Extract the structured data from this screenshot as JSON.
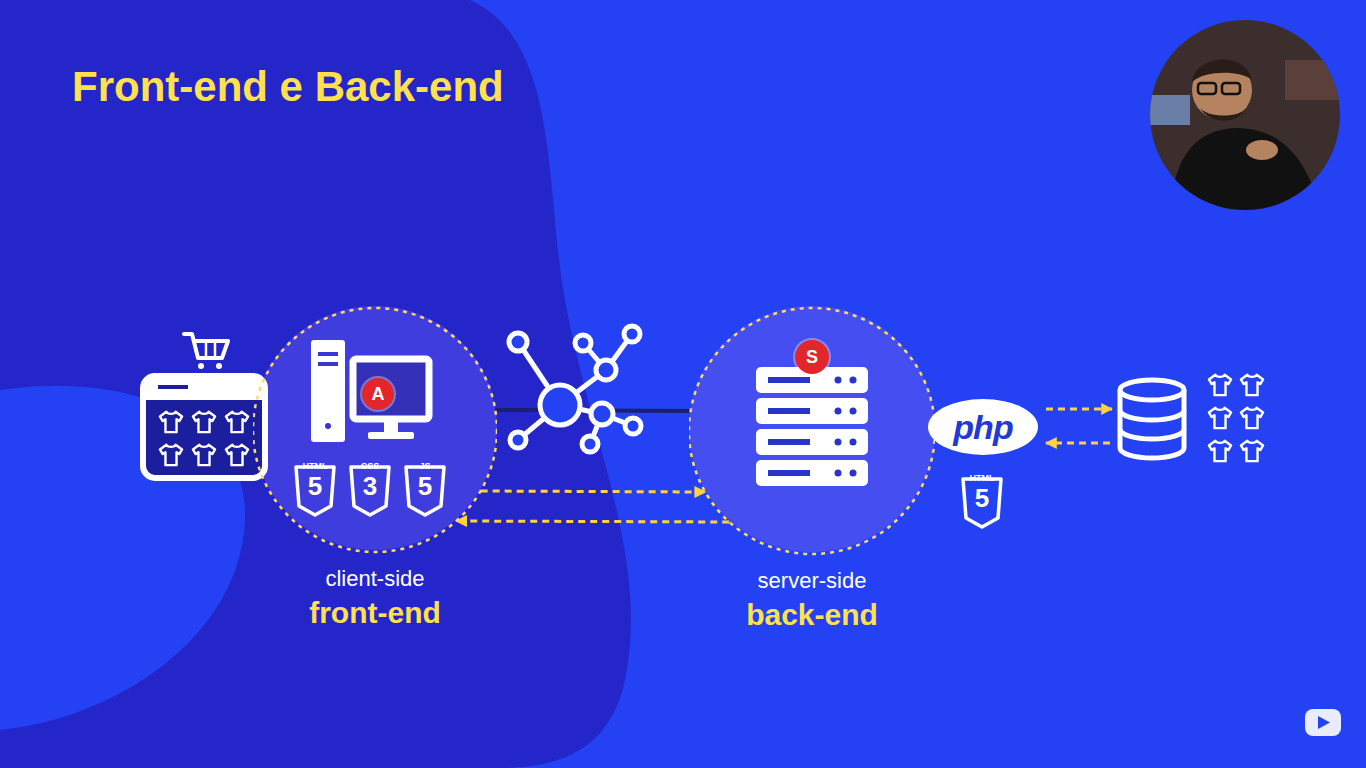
{
  "diagram": {
    "title": "Front-end e Back-end",
    "nodes": [
      {
        "text": [
          "client-side",
          "front-end"
        ]
      },
      {
        "text": [
          "A"
        ],
        "in": 0
      },
      {
        "text": [
          "server-side",
          "back-end"
        ]
      },
      {
        "text": [
          "S"
        ],
        "in": 2
      },
      {
        "text": [
          "php"
        ]
      }
    ],
    "edges": [
      {
        "from": 0,
        "to": 2,
        "arrow": "none"
      },
      {
        "from": 0,
        "to": 2,
        "arrow": "to"
      },
      {
        "from": 2,
        "to": 0,
        "arrow": "to"
      }
    ],
    "labels": [
      "HTML",
      "CSS",
      "JS",
      "5",
      "3",
      "5",
      "HTML",
      "5"
    ]
  }
}
